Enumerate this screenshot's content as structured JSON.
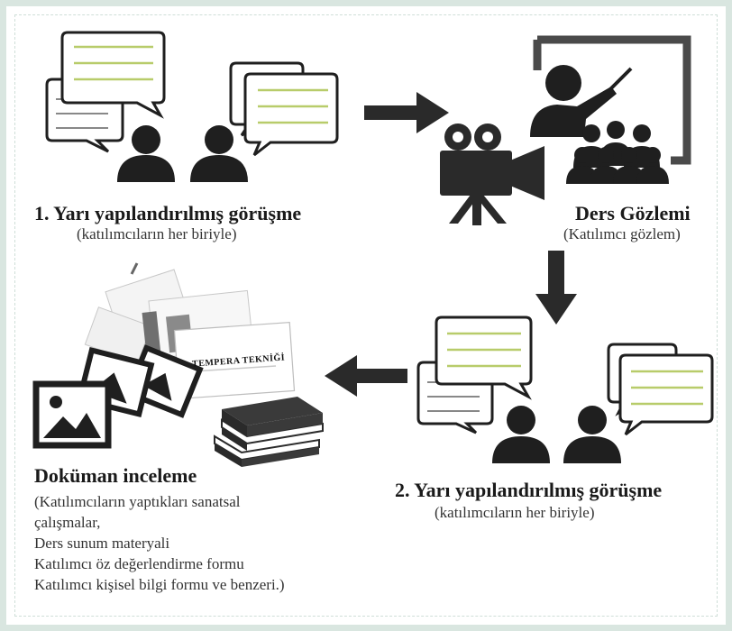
{
  "steps": {
    "step1": {
      "title": "1. Yarı yapılandırılmış görüşme",
      "subtitle": "(katılımcıların her biriyle)"
    },
    "step2": {
      "title": "Ders Gözlemi",
      "subtitle": "(Katılımcı gözlem)"
    },
    "step3": {
      "title": "2. Yarı yapılandırılmış görüşme",
      "subtitle": "(katılımcıların her biriyle)"
    },
    "step4": {
      "title": "Doküman inceleme",
      "lines": [
        "(Katılımcıların yaptıkları sanatsal",
        "çalışmalar,",
        "Ders sunum materyali",
        "Katılımcı öz değerlendirme formu",
        "Katılımcı kişisel bilgi formu ve benzeri.)"
      ],
      "document_cover_text": "TEMPERA TEKNİĞİ"
    }
  },
  "colors": {
    "icon_dark": "#1f1f1f",
    "bubble_line": "#b8cc6a",
    "frame": "#d9e6e0"
  }
}
